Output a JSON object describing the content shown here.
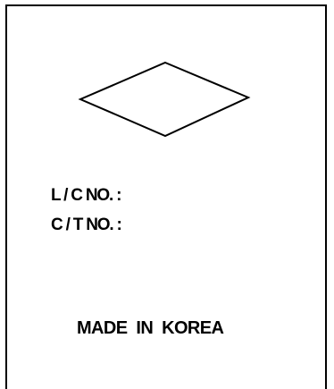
{
  "marks": {
    "shipping_mark_symbol": "diamond-icon",
    "lc_no_label": "L / C NO. :",
    "ct_no_label": "C / T NO. :",
    "origin_label": "MADE  IN  KOREA"
  },
  "colors": {
    "line": "#000000",
    "background": "#ffffff"
  }
}
